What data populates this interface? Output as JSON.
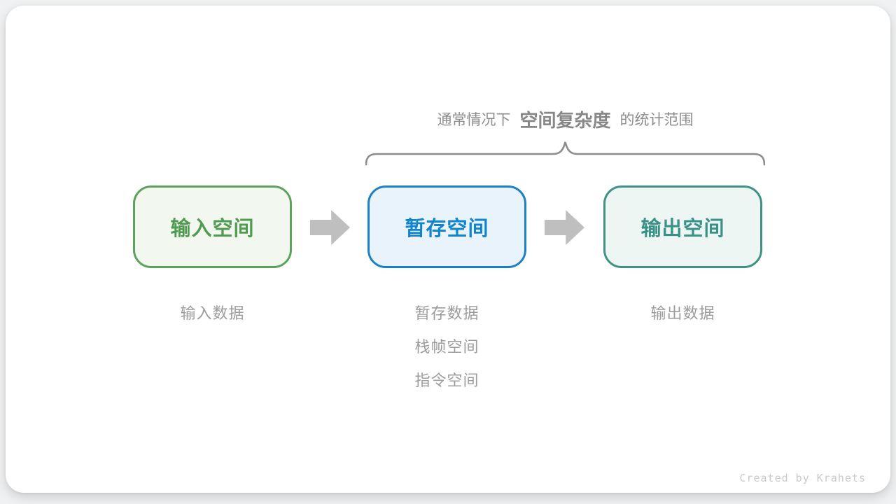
{
  "annotation": {
    "prefix": "通常情况下",
    "highlight": "空间复杂度",
    "suffix": "的统计范围"
  },
  "boxes": [
    {
      "label": "输入空间",
      "border_color": "#5da25a",
      "bg_color": "#f2f8f0",
      "text_color": "#4f9b4f"
    },
    {
      "label": "暂存空间",
      "border_color": "#1b80c4",
      "bg_color": "#e8f3fb",
      "text_color": "#1184ce"
    },
    {
      "label": "输出空间",
      "border_color": "#3f9183",
      "bg_color": "#edf6f3",
      "text_color": "#3a9287"
    }
  ],
  "notes": {
    "input": [
      "输入数据"
    ],
    "temp": [
      "暂存数据",
      "栈帧空间",
      "指令空间"
    ],
    "output": [
      "输出数据"
    ]
  },
  "footer": {
    "credit": "Created by Krahets"
  },
  "colors": {
    "arrow": "#bfbfbf",
    "brace": "#8c8c8c",
    "annotation_text": "#8d8d8d",
    "note_text": "#9c9c9c",
    "credit_text": "#c9c9c9",
    "card_bg": "#ffffff",
    "page_bg": "#f0f1f2"
  }
}
